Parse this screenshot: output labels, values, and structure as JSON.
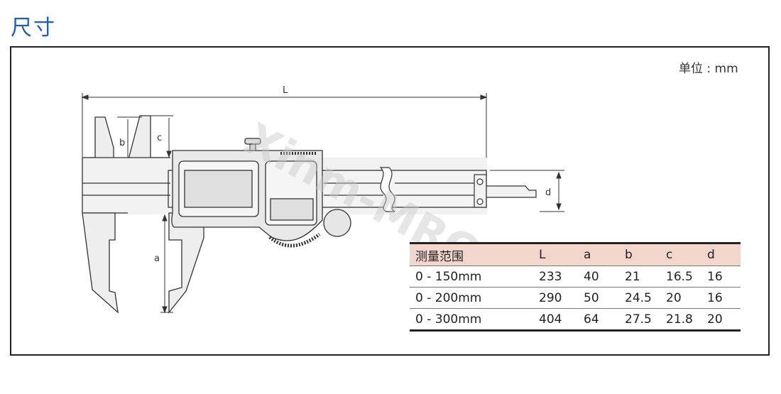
{
  "title": "尺寸",
  "unit_label": "单位 : mm",
  "watermark": "Xinm-MRO",
  "dimension_labels": {
    "L": "L",
    "a": "a",
    "b": "b",
    "c": "c",
    "d": "d"
  },
  "table": {
    "headers": [
      "测量范围",
      "L",
      "a",
      "b",
      "c",
      "d"
    ],
    "rows": [
      [
        "0 - 150mm",
        "233",
        "40",
        "21",
        "16.5",
        "16"
      ],
      [
        "0 - 200mm",
        "290",
        "50",
        "24.5",
        "20",
        "16"
      ],
      [
        "0 - 300mm",
        "404",
        "64",
        "27.5",
        "21.8",
        "20"
      ]
    ]
  }
}
